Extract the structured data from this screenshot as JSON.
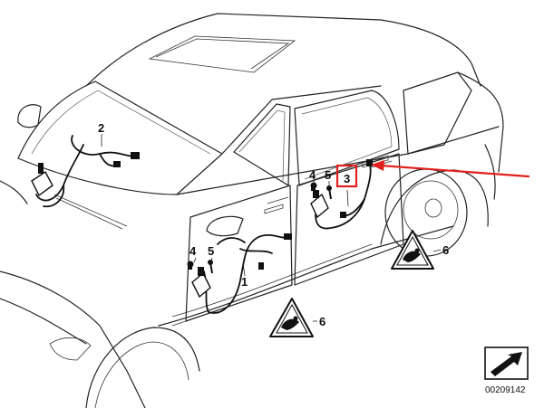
{
  "diagram": {
    "callouts": {
      "harness_front_left": "1",
      "harness_dashboard": "2",
      "harness_rear_door": "3",
      "part_4_front": "4",
      "part_5_front": "5",
      "part_4_rear": "4",
      "part_5_rear": "5",
      "warning_label_front": "6",
      "warning_label_rear": "6"
    },
    "reference_number": "00209142",
    "colors": {
      "line": "#222222",
      "highlight_box": "#e0201e",
      "arrow": "#e0201e",
      "background": "#ffffff"
    },
    "icons": {
      "warning_triangle": "airbag-warning-triangle-icon",
      "catalog_symbol": "catalog-reference-icon"
    }
  }
}
